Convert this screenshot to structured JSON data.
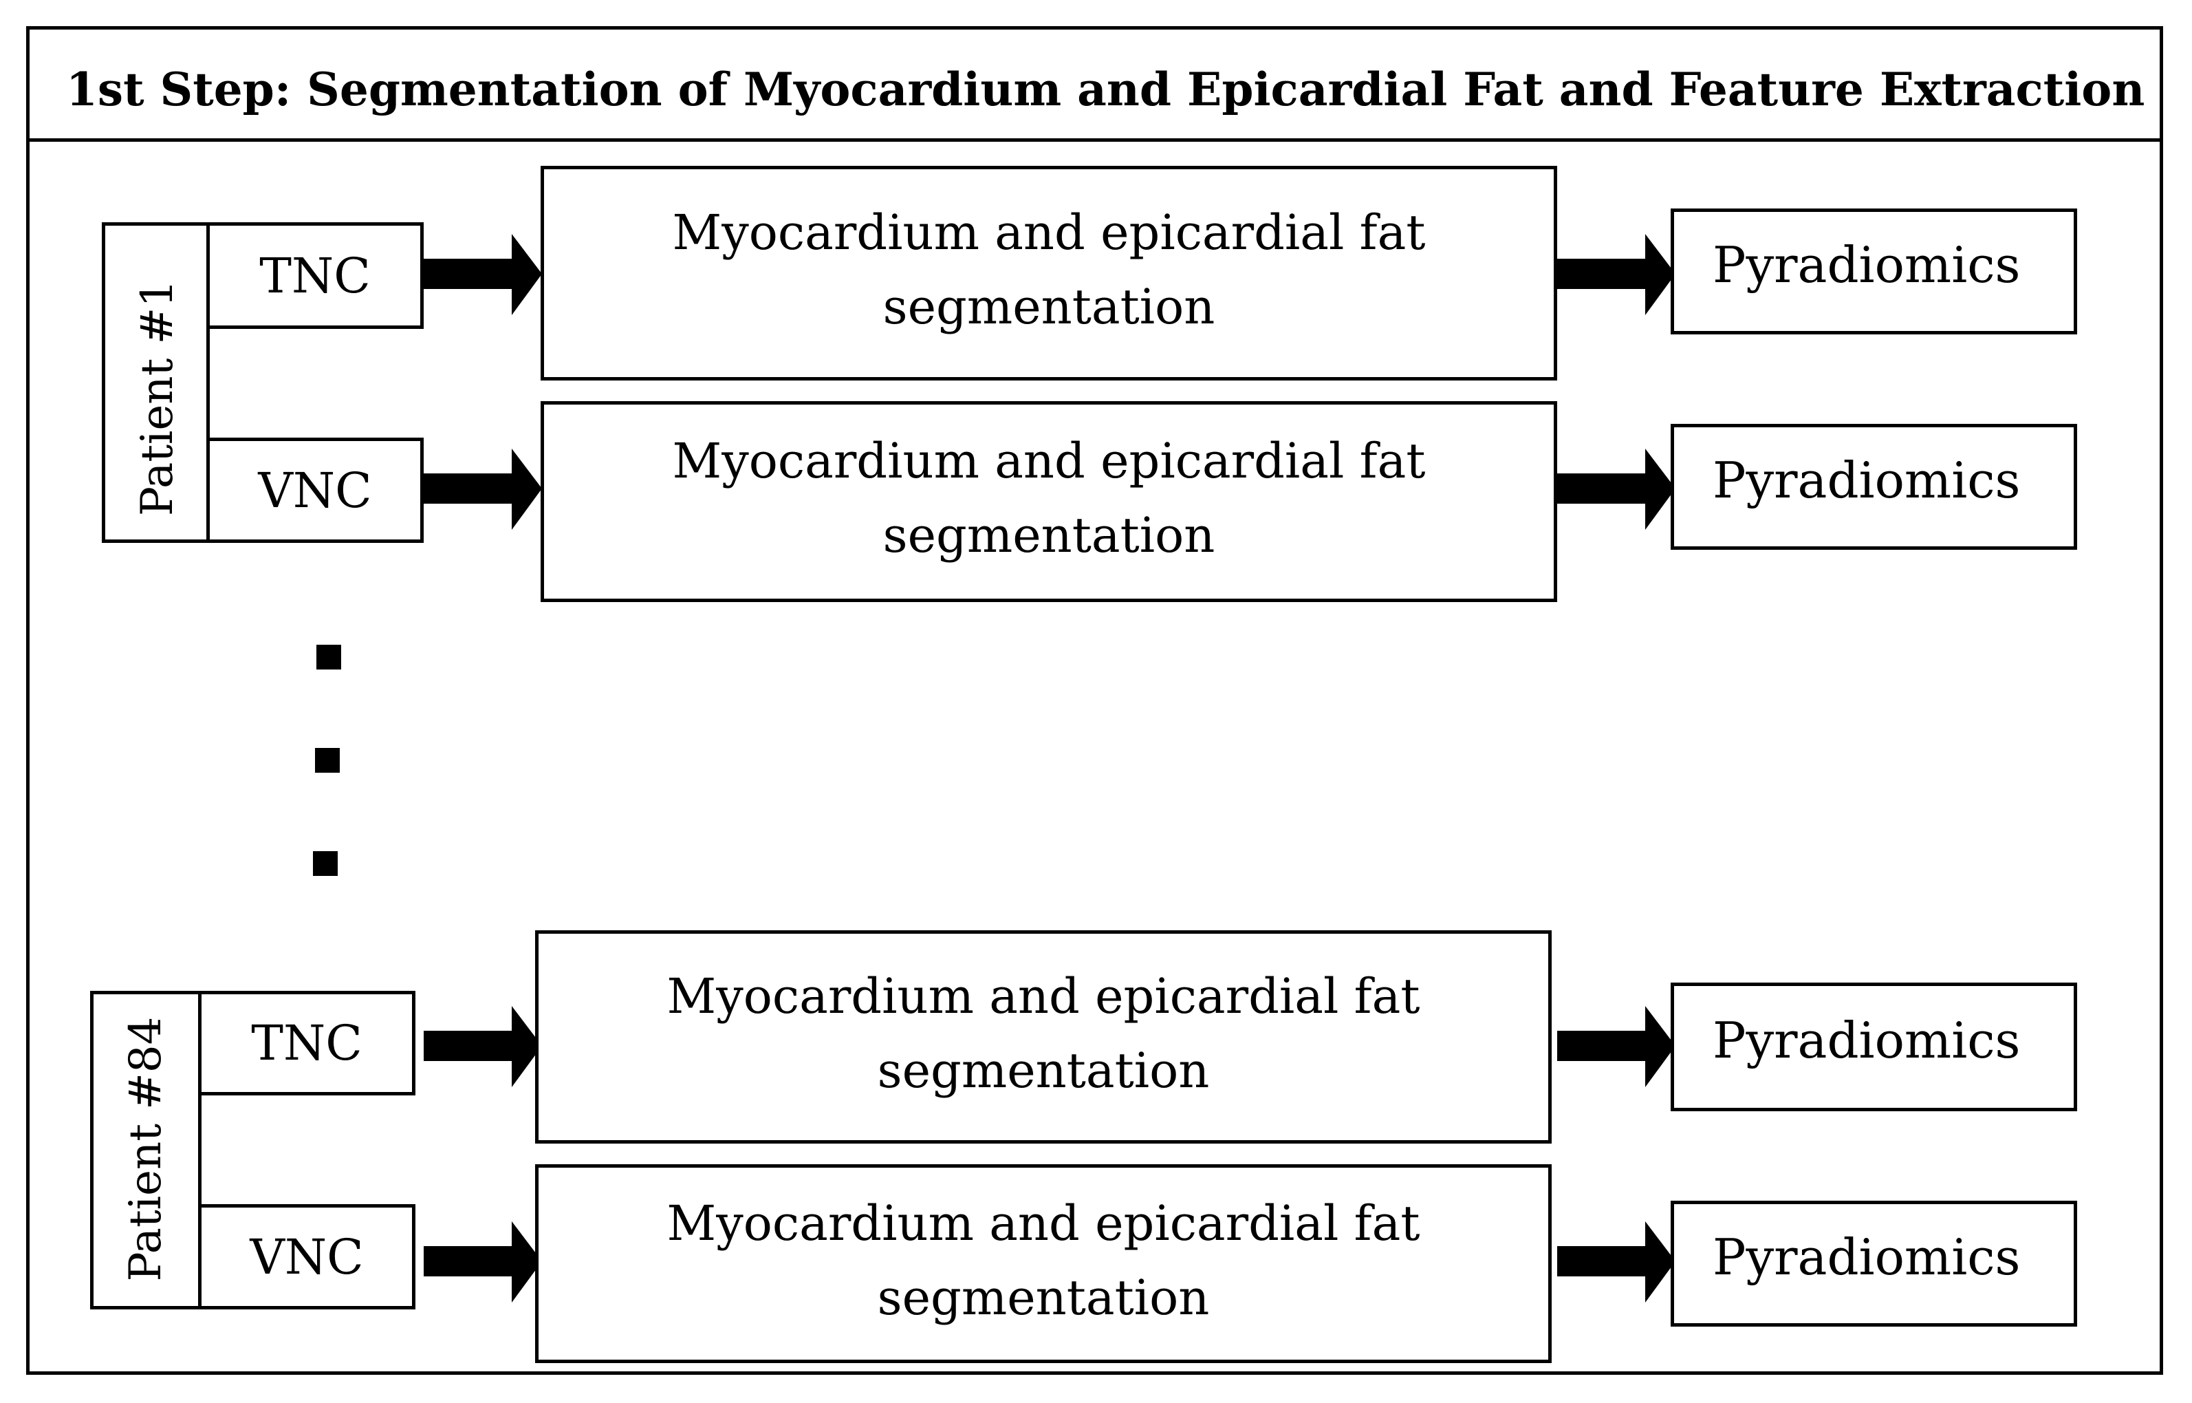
{
  "title": "1st Step: Segmentation of Myocardium and Epicardial Fat and Feature Extraction",
  "groups": [
    {
      "patient": "Patient #1",
      "rows": [
        {
          "scan": "TNC",
          "process_line1": "Myocardium and epicardial fat",
          "process_line2": "segmentation",
          "output": "Pyradiomics"
        },
        {
          "scan": "VNC",
          "process_line1": "Myocardium and epicardial fat",
          "process_line2": "segmentation",
          "output": "Pyradiomics"
        }
      ]
    },
    {
      "patient": "Patient #84",
      "rows": [
        {
          "scan": "TNC",
          "process_line1": "Myocardium and epicardial fat",
          "process_line2": "segmentation",
          "output": "Pyradiomics"
        },
        {
          "scan": "VNC",
          "process_line1": "Myocardium and epicardial fat",
          "process_line2": "segmentation",
          "output": "Pyradiomics"
        }
      ]
    }
  ],
  "colors": {
    "stroke": "#000000",
    "background": "#ffffff"
  },
  "ellipsis_icon": "vertical-ellipsis"
}
